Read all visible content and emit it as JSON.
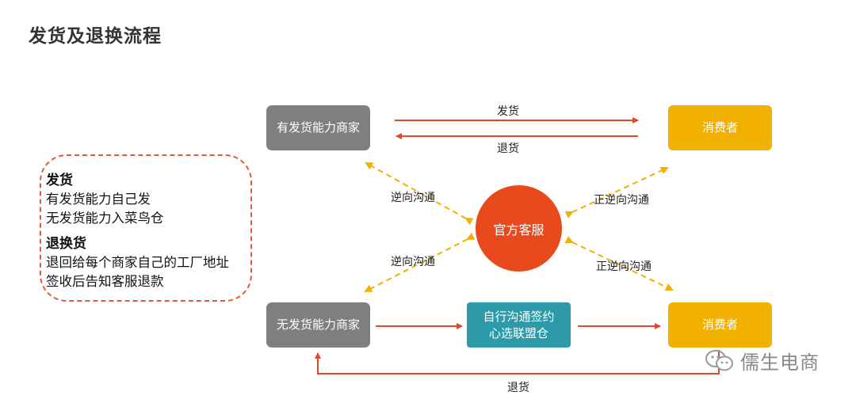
{
  "title": "发货及退换流程",
  "nodes": {
    "merchant_capable": "有发货能力商家",
    "merchant_incapable": "无发货能力商家",
    "consumer_top": "消费者",
    "consumer_bottom": "消费者",
    "official_service": "官方客服",
    "partner_line1": "自行沟通签约",
    "partner_line2": "心选联盟仓"
  },
  "edges": {
    "ship": "发货",
    "return_top": "退货",
    "reverse_comm_top": "逆向沟通",
    "reverse_comm_bottom": "逆向沟通",
    "forward_reverse_top": "正逆向沟通",
    "forward_reverse_bottom": "正逆向沟通",
    "return_bottom": "退货"
  },
  "info": {
    "ship_heading": "发货",
    "ship_line1": "有发货能力自己发",
    "ship_line2": "无发货能力入菜鸟仓",
    "return_heading": "退换货",
    "return_line1": "退回给每个商家自己的工厂地址",
    "return_line2": "签收后告知客服退款"
  },
  "watermark": "儒生电商",
  "colors": {
    "merchant": "#7f7f7f",
    "consumer": "#f2b100",
    "partner": "#2c9aa8",
    "service": "#e84a1e",
    "arrow": "#e0482a",
    "dashed_arrow": "#f2b100",
    "info_border": "#e05a3a"
  }
}
